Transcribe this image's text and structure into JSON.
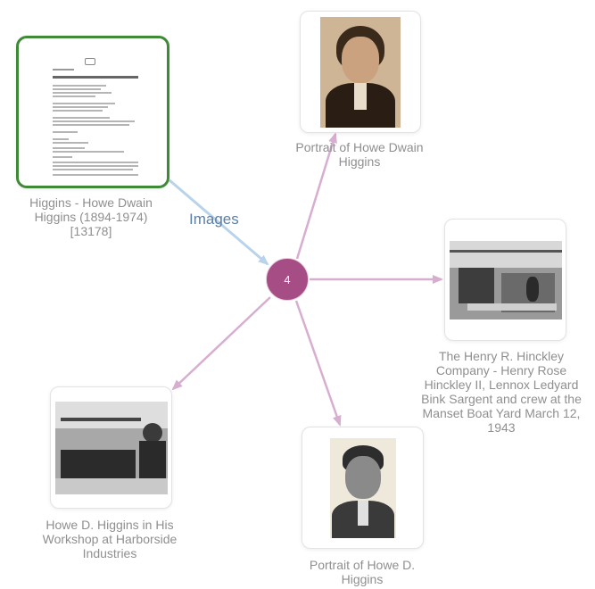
{
  "center": {
    "count": "4"
  },
  "edge_label": "Images",
  "nodes": {
    "source": {
      "title": "Higgins - Howe Dwain Higgins (1894-1974) [13178]"
    },
    "portrait_top": {
      "title": "Portrait of Howe Dwain Higgins"
    },
    "boatyard": {
      "title": "The Henry R. Hinckley Company - Henry Rose Hinckley II, Lennox Ledyard Bink Sargent and crew at the Manset Boat Yard March 12, 1943"
    },
    "workshop": {
      "title": "Howe D. Higgins in His Workshop at Harborside Industries"
    },
    "portrait_bottom": {
      "title": "Portrait of Howe D. Higgins"
    }
  },
  "colors": {
    "hub": "#a64d86",
    "selected_border": "#3f8a36",
    "edge_in": "#b9d3ea",
    "edge_out": "#d8aed0"
  }
}
